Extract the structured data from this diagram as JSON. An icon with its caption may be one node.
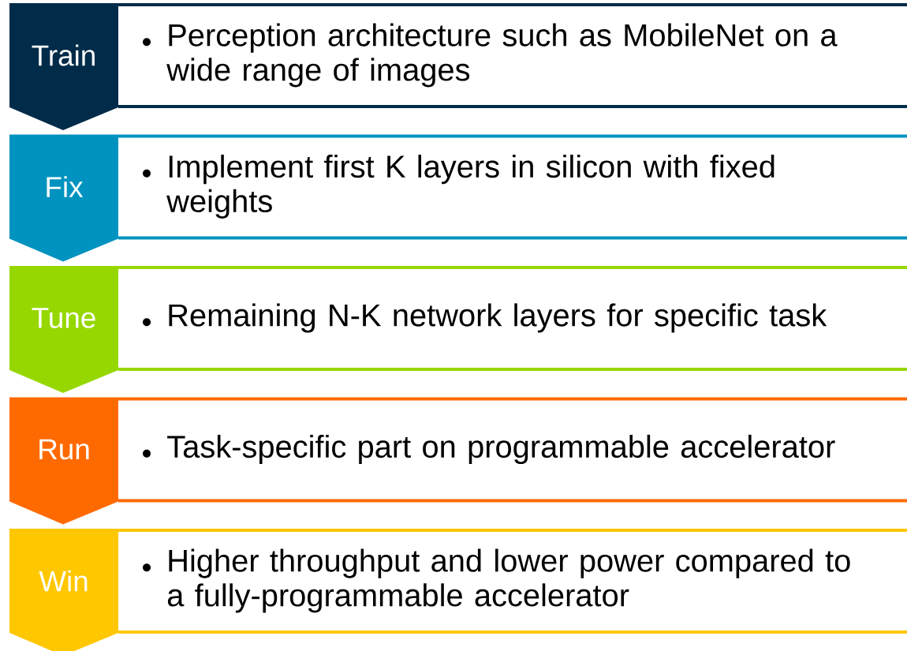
{
  "diagram": {
    "nodes": [
      {
        "text": [
          "Train"
        ]
      },
      {
        "text": [
          "Perception architecture such as MobileNet on a wide range of images"
        ]
      },
      {
        "text": [
          "Fix"
        ]
      },
      {
        "text": [
          "Implement first K layers in silicon with fixed weights"
        ]
      },
      {
        "text": [
          "Tune"
        ]
      },
      {
        "text": [
          "Remaining N-K network layers for specific task"
        ]
      },
      {
        "text": [
          "Run"
        ]
      },
      {
        "text": [
          "Task-specific part on programmable accelerator"
        ]
      },
      {
        "text": [
          "Win"
        ]
      },
      {
        "text": [
          "Higher throughput and lower power compared to a fully-programmable accelerator"
        ]
      }
    ]
  }
}
